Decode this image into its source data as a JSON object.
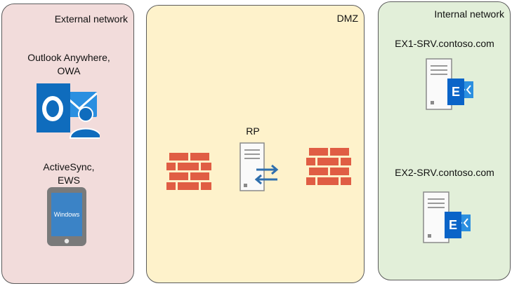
{
  "zones": {
    "external": {
      "title": "External network"
    },
    "dmz": {
      "title": "DMZ"
    },
    "internal": {
      "title": "Internal network"
    }
  },
  "clients": {
    "outlook": {
      "line1": "Outlook Anywhere,",
      "line2": "OWA"
    },
    "mobile": {
      "line1": "ActiveSync,",
      "line2": "EWS",
      "screen_text": "Windows"
    }
  },
  "dmz_nodes": {
    "proxy_label": "RP"
  },
  "servers": [
    {
      "name": "EX1-SRV.contoso.com"
    },
    {
      "name": "EX2-SRV.contoso.com"
    }
  ],
  "colors": {
    "external_bg": "#f2dcdb",
    "dmz_bg": "#fef2cb",
    "internal_bg": "#e2efd9",
    "brick": "#e05d44",
    "exchange_blue": "#0a64c8",
    "outlook_blue": "#0f6cbd"
  },
  "icons": {
    "outlook": "outlook-icon",
    "phone": "windows-phone-icon",
    "firewall": "firewall-icon",
    "reverse_proxy": "reverse-proxy-server-icon",
    "exchange_server": "exchange-server-icon"
  }
}
